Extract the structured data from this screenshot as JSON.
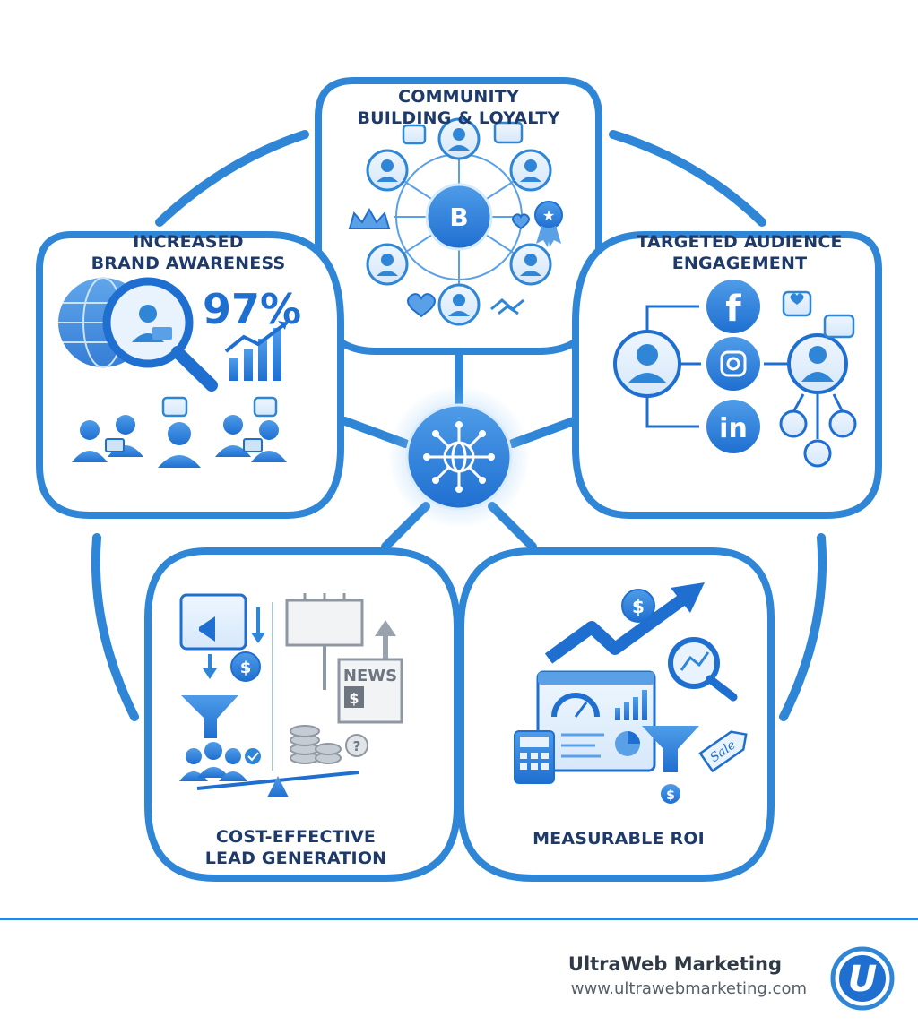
{
  "sections": [
    {
      "id": "community",
      "title_lines": [
        "COMMUNITY",
        "BUILDING & LOYALTY"
      ]
    },
    {
      "id": "brand",
      "title_lines": [
        "INCREASED",
        "BRAND AWARENESS"
      ],
      "stat": "97%"
    },
    {
      "id": "targeted",
      "title_lines": [
        "TARGETED AUDIENCE",
        "ENGAGEMENT"
      ]
    },
    {
      "id": "cost",
      "title_lines": [
        "COST-EFFECTIVE",
        "LEAD GENERATION"
      ]
    },
    {
      "id": "roi",
      "title_lines": [
        "MEASURABLE ROI"
      ]
    }
  ],
  "icon_labels": {
    "center_badge": "B",
    "news": "NEWS",
    "dollar": "$",
    "question": "?",
    "sale": "Sale",
    "linkedin": "in",
    "facebook": "f"
  },
  "colors": {
    "primary": "#1f6fd1",
    "light": "#cfe3f7",
    "outline": "#2f86d6",
    "dark_text": "#1d3a6b",
    "grey": "#9aa3ad"
  },
  "footer": {
    "brand": "UltraWeb Marketing",
    "url": "www.ultrawebmarketing.com",
    "logo_letter": "U"
  }
}
